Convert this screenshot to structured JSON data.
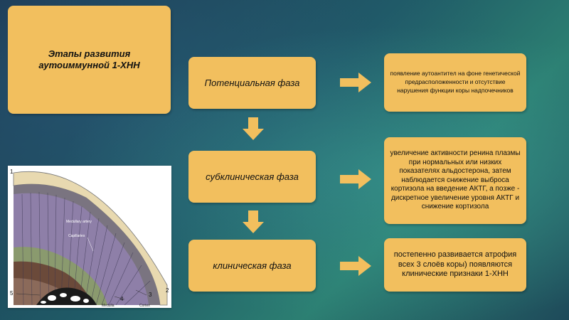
{
  "title": "Этапы развития аутоиммунной 1-ХНН",
  "phases": [
    {
      "label": "Потенциальная фаза",
      "description": "появление аутоантител на фоне генетической предрасположенности и отсутствие нарушения функции коры надпочечников"
    },
    {
      "label": "субклиническая фаза",
      "description": "увеличение активности ренина плазмы при нормальных или низких показателях альдостерона, затем наблюдается снижение выброса кортизола на введение АКТГ, а позже - дискретное увеличение уровня АКТГ и снижение кортизола"
    },
    {
      "label": "клиническая фаза",
      "description": "постепенно развивается атрофия всех 3 слоёв коры) появляются клинические признаки 1-ХНН"
    }
  ],
  "illustration": {
    "numbers": [
      "1",
      "2",
      "3",
      "4",
      "5"
    ],
    "labels": [
      "Medulla",
      "Cortex"
    ],
    "inner_labels": [
      "Medullary artery",
      "Capillaries"
    ]
  },
  "colors": {
    "box": "#f2bf5e",
    "arrow": "#f2bf5e"
  }
}
